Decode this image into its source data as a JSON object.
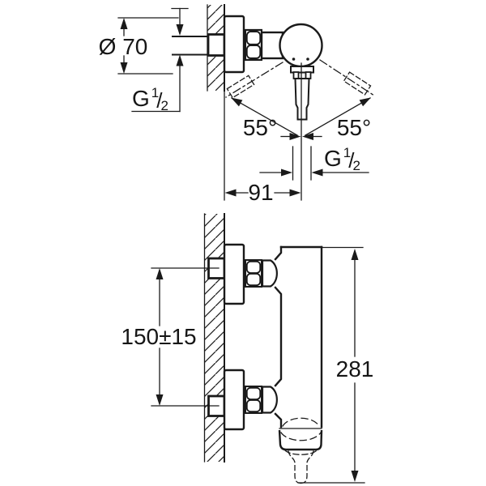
{
  "drawing": {
    "description": "faucet-installation-dimension-drawing",
    "colors": {
      "line": "#1a1a1a",
      "background": "#ffffff"
    },
    "labels": {
      "diameter": "Ø 70",
      "thread": {
        "prefix": "G",
        "numerator": "1",
        "slash": "/",
        "denominator": "2"
      },
      "angle_left": "55°",
      "angle_right": "55°",
      "wall_to_center": "91",
      "inlet_spacing": "150±15",
      "total_height": "281"
    }
  }
}
